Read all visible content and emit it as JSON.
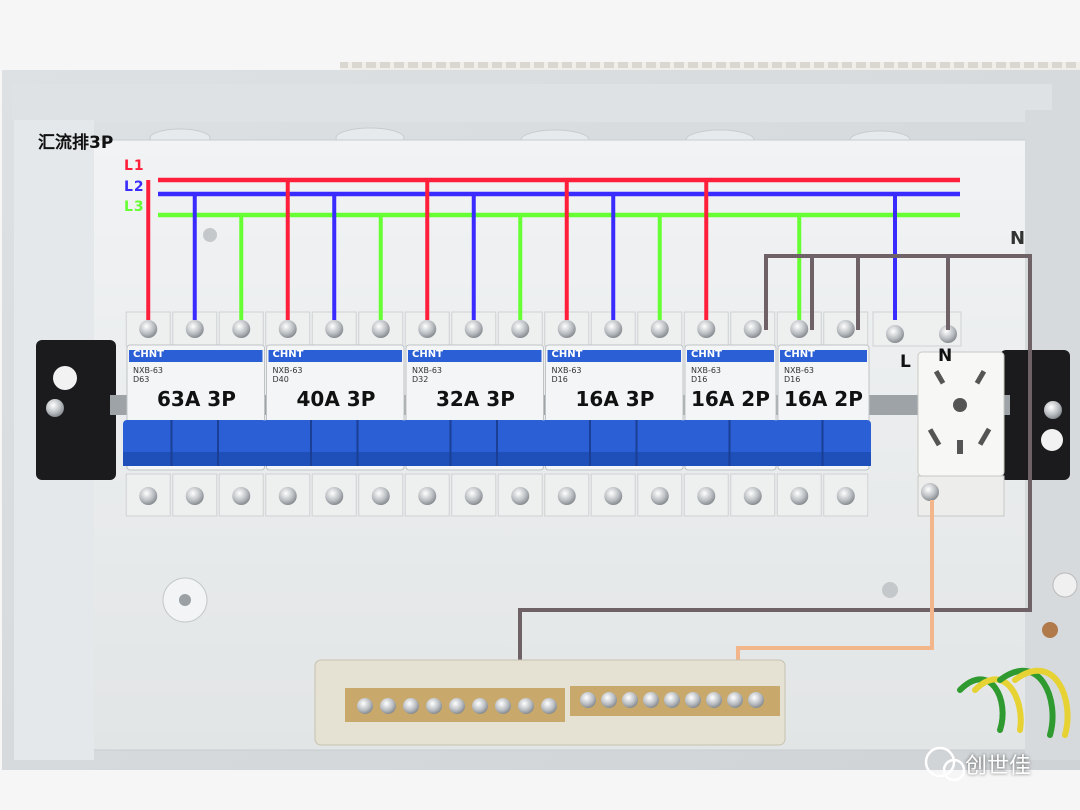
{
  "labels": {
    "busbar_title": "汇流排3P",
    "phases": [
      "L1",
      "L2",
      "L3"
    ],
    "neutral": "N",
    "socket_l": "L",
    "socket_n": "N",
    "watermark": "创世佳"
  },
  "breakers": [
    {
      "brand": "CHNT",
      "model": "NXB-63",
      "curve": "D63",
      "rating": "63A 3P",
      "poles": 3
    },
    {
      "brand": "CHNT",
      "model": "NXB-63",
      "curve": "D40",
      "rating": "40A 3P",
      "poles": 3
    },
    {
      "brand": "CHNT",
      "model": "NXB-63",
      "curve": "D32",
      "rating": "32A 3P",
      "poles": 3
    },
    {
      "brand": "CHNT",
      "model": "NXB-63",
      "curve": "D16",
      "rating": "16A 3P",
      "poles": 3
    },
    {
      "brand": "CHNT",
      "model": "NXB-63",
      "curve": "D16",
      "rating": "16A 2P",
      "poles": 2
    },
    {
      "brand": "CHNT",
      "model": "NXB-63",
      "curve": "D16",
      "rating": "16A 2P",
      "poles": 2
    }
  ],
  "colors": {
    "l1": "#ff1f3a",
    "l2": "#3a2bff",
    "l3": "#66ff33",
    "neutral_wire": "#6e6266",
    "pe_wire": "#f2b68a",
    "breaker_blue": "#2a5fd6",
    "enclosure": "#e9ecee"
  }
}
